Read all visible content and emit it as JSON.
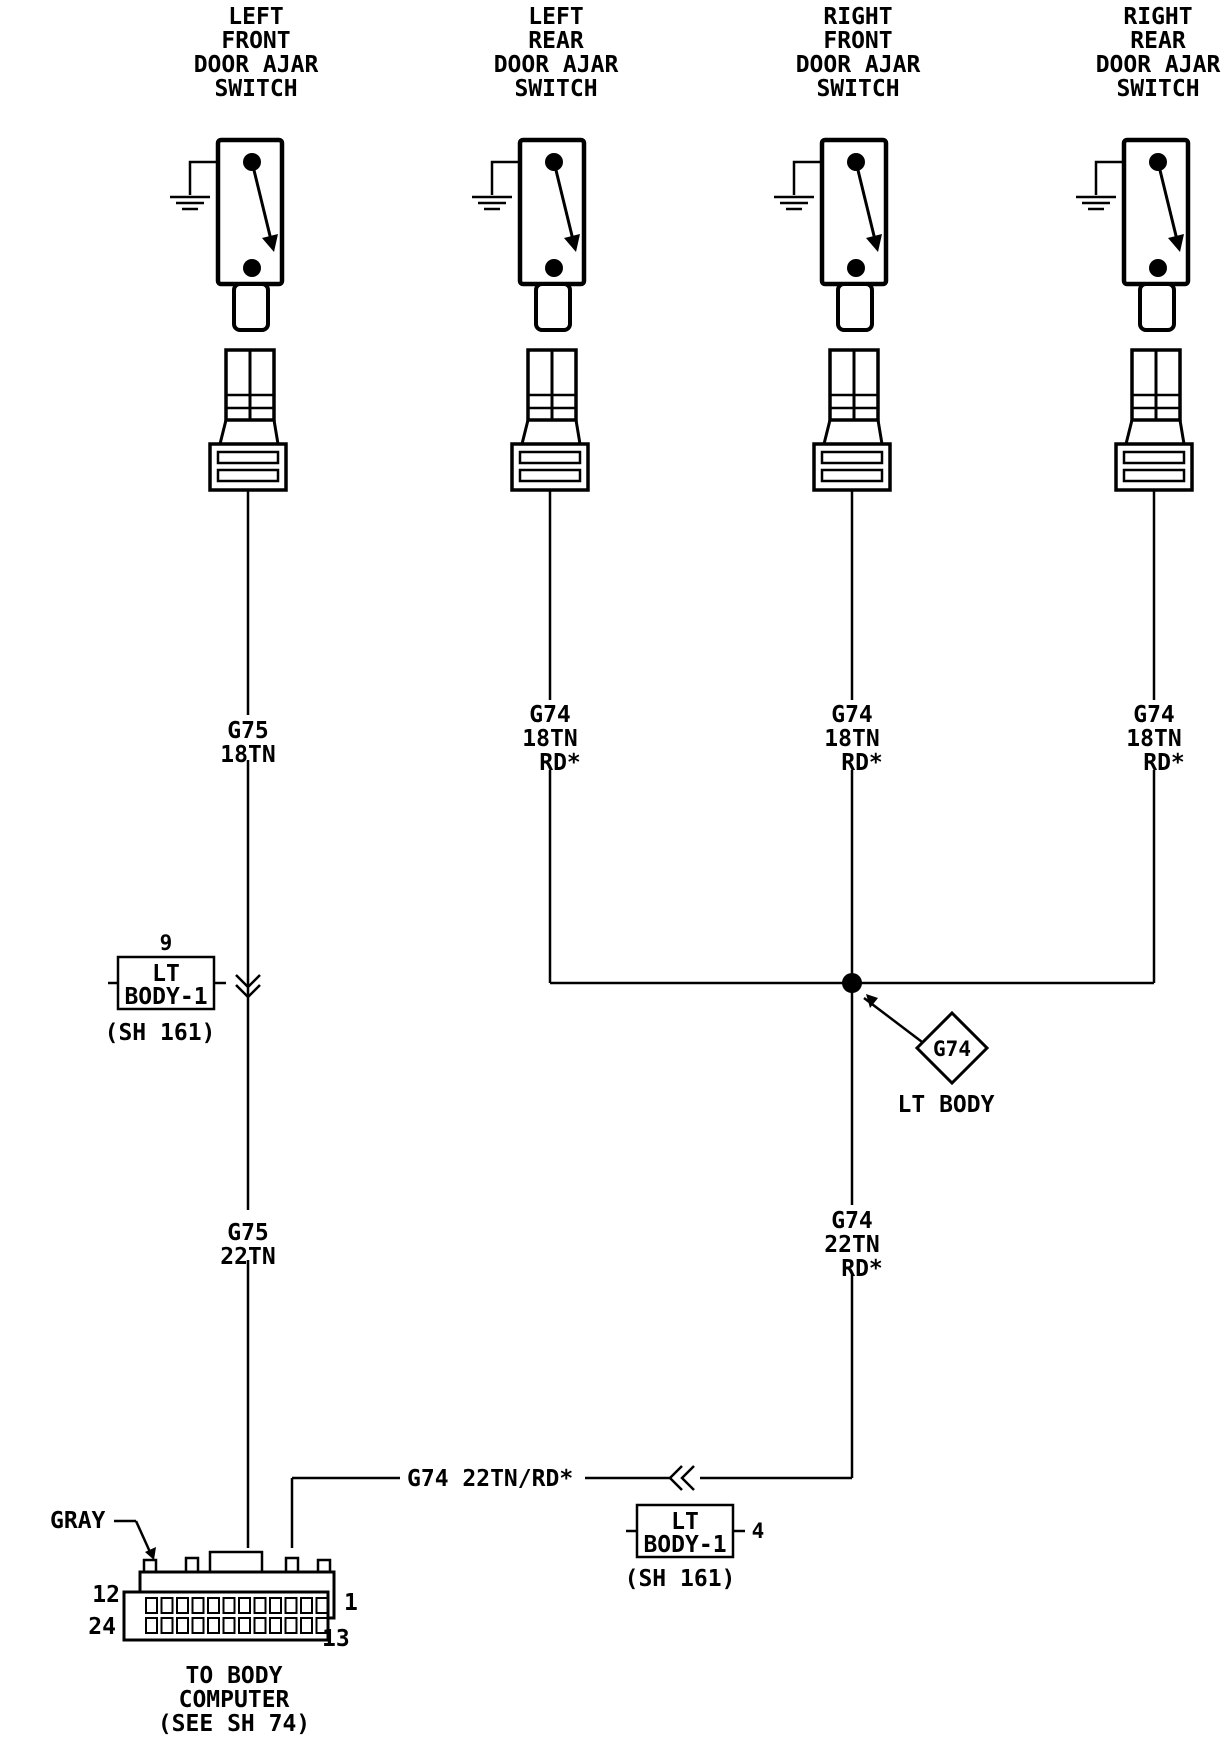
{
  "switches": [
    {
      "line1": "LEFT",
      "line2": "FRONT",
      "line3": "DOOR AJAR",
      "line4": "SWITCH",
      "wire_code": "G75",
      "wire_gauge": "18TN",
      "wire_tracer": ""
    },
    {
      "line1": "LEFT",
      "line2": "REAR",
      "line3": "DOOR AJAR",
      "line4": "SWITCH",
      "wire_code": "G74",
      "wire_gauge": "18TN",
      "wire_tracer": "RD*"
    },
    {
      "line1": "RIGHT",
      "line2": "FRONT",
      "line3": "DOOR AJAR",
      "line4": "SWITCH",
      "wire_code": "G74",
      "wire_gauge": "18TN",
      "wire_tracer": "RD*"
    },
    {
      "line1": "RIGHT",
      "line2": "REAR",
      "line3": "DOOR AJAR",
      "line4": "SWITCH",
      "wire_code": "G74",
      "wire_gauge": "18TN",
      "wire_tracer": "RD*"
    }
  ],
  "left_connector": {
    "pin": "9",
    "line1": "LT",
    "line2": "BODY-1",
    "ref": "(SH 161)"
  },
  "left_lower_wire": {
    "code": "G75",
    "gauge": "22TN"
  },
  "splice": {
    "id": "G74",
    "label": "LT BODY"
  },
  "right_lower_wire": {
    "code": "G74",
    "gauge": "22TN",
    "tracer": "RD*"
  },
  "bottom_wire_label": "G74 22TN/RD*",
  "right_connector": {
    "pin": "4",
    "line1": "LT",
    "line2": "BODY-1",
    "ref": "(SH 161)"
  },
  "body_computer": {
    "color_label": "GRAY",
    "pin_12": "12",
    "pin_1": "1",
    "pin_24": "24",
    "pin_13": "13",
    "line1": "TO BODY",
    "line2": "COMPUTER",
    "line3": "(SEE SH 74)"
  }
}
